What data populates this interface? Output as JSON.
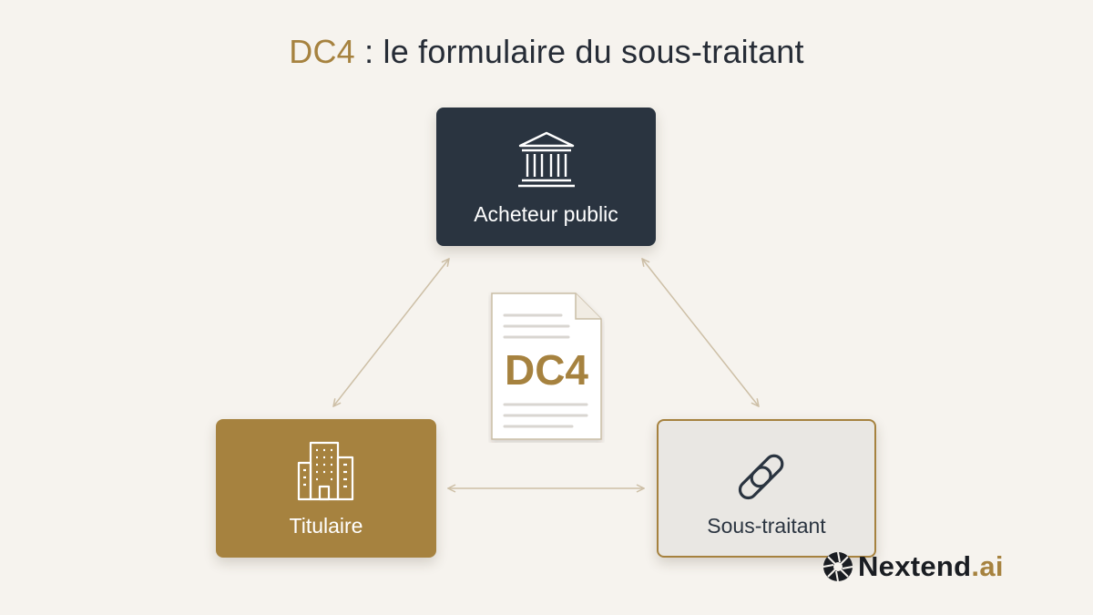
{
  "title": {
    "accent": "DC4",
    "rest": " : le formulaire du sous-traitant"
  },
  "nodes": {
    "buyer": {
      "label": "Acheteur public",
      "icon": "bank-building-icon"
    },
    "holder": {
      "label": "Titulaire",
      "icon": "office-buildings-icon"
    },
    "subcontractor": {
      "label": "Sous-traitant",
      "icon": "chain-link-icon"
    }
  },
  "document": {
    "label": "DC4",
    "icon": "document-icon"
  },
  "edges": [
    {
      "from": "buyer",
      "to": "holder",
      "direction": "both"
    },
    {
      "from": "buyer",
      "to": "subcontractor",
      "direction": "both"
    },
    {
      "from": "holder",
      "to": "subcontractor",
      "direction": "both"
    }
  ],
  "brand": {
    "name": "Nextend",
    "suffix": ".ai",
    "icon": "aperture-logo-icon"
  },
  "colors": {
    "background": "#f6f3ee",
    "navy": "#2a3440",
    "gold": "#a6823f",
    "light_gray": "#e9e7e3",
    "connector": "#cdbfa6"
  }
}
